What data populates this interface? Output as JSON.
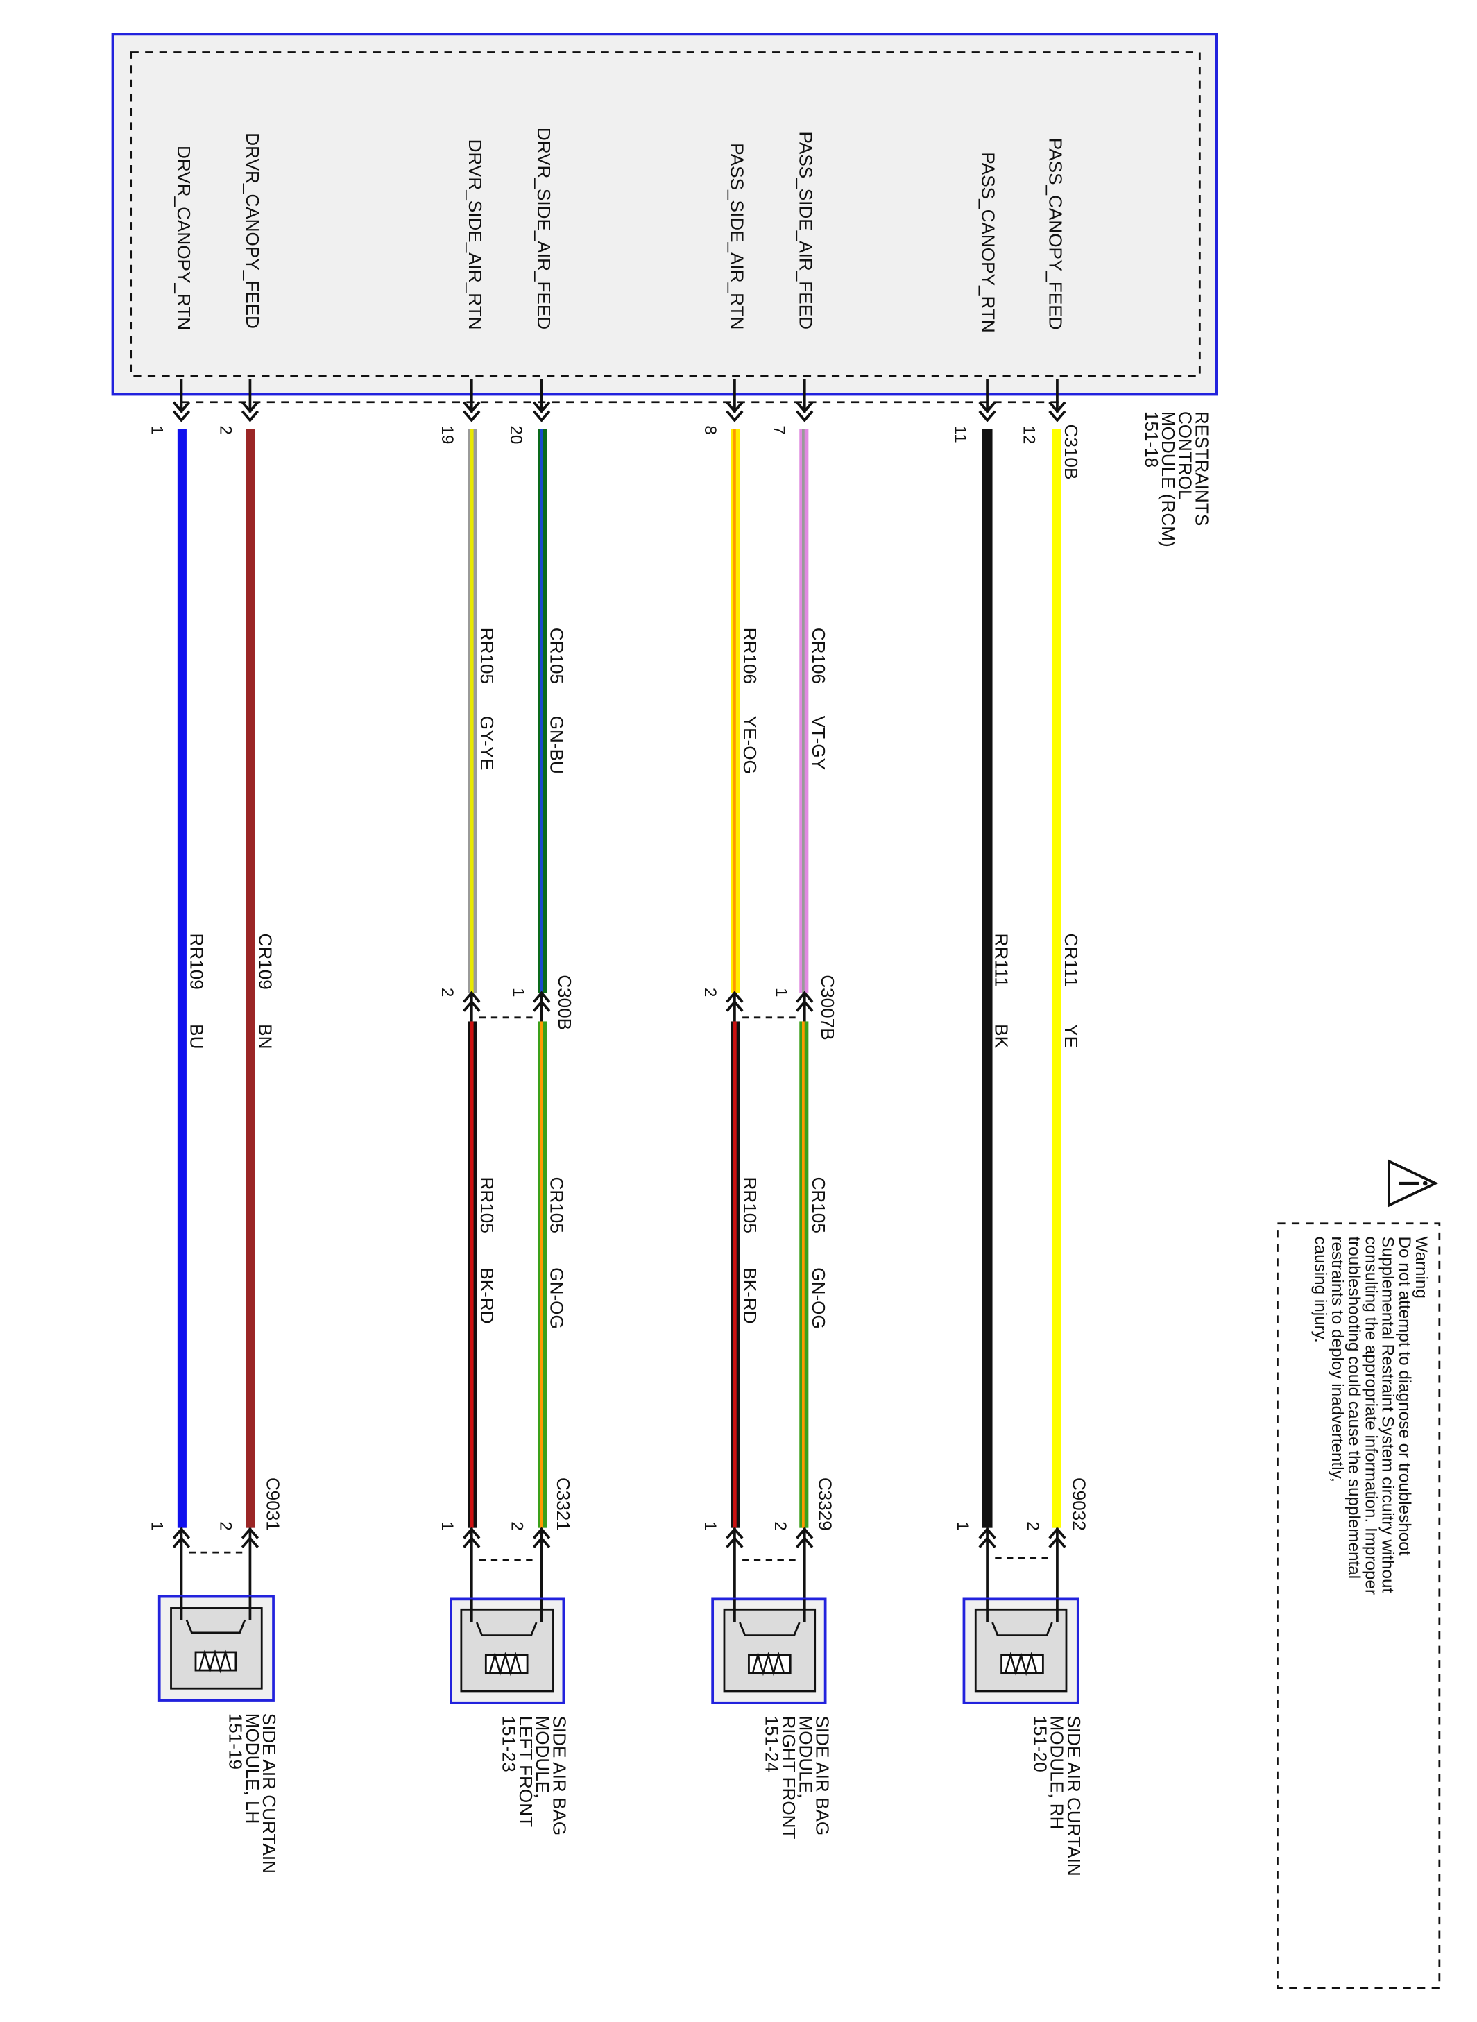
{
  "rcm": {
    "title_lines": [
      "RESTRAINTS",
      "CONTROL",
      "MODULE (RCM)",
      "151-18"
    ],
    "connector": "C310B",
    "pins": [
      {
        "signal": "DRVR_CANOPY_RTN",
        "pin": "1"
      },
      {
        "signal": "DRVR_CANOPY_FEED",
        "pin": "2"
      },
      {
        "signal": "DRVR_SIDE_AIR_RTN",
        "pin": "19"
      },
      {
        "signal": "DRVR_SIDE_AIR_FEED",
        "pin": "20"
      },
      {
        "signal": "PASS_SIDE_AIR_RTN",
        "pin": "8"
      },
      {
        "signal": "PASS_SIDE_AIR_FEED",
        "pin": "7"
      },
      {
        "signal": "PASS_CANOPY_RTN",
        "pin": "11"
      },
      {
        "signal": "PASS_CANOPY_FEED",
        "pin": "12"
      }
    ]
  },
  "upper_wires": [
    {
      "circuit": "RR109",
      "color_code": "BU",
      "color": "#1010ee"
    },
    {
      "circuit": "CR109",
      "color_code": "BN",
      "color": "#9b2626"
    },
    {
      "circuit": "RR105",
      "color_code": "GY-YE",
      "color": "#9a9a9a",
      "stripe": "#e8e800"
    },
    {
      "circuit": "CR105",
      "color_code": "GN-BU",
      "color": "#0a6a1a",
      "stripe": "#1a4acc"
    },
    {
      "circuit": "RR106",
      "color_code": "YE-OG",
      "color": "#ffee00",
      "stripe": "#ff9900"
    },
    {
      "circuit": "CR106",
      "color_code": "VT-GY",
      "color": "#e08ae0",
      "stripe": "#9a9a9a"
    },
    {
      "circuit": "RR111",
      "color_code": "BK",
      "color": "#111111"
    },
    {
      "circuit": "CR111",
      "color_code": "YE",
      "color": "#ffff00"
    }
  ],
  "inline_connectors": [
    {
      "name": "C300B",
      "pin_a": "1",
      "pin_b": "2"
    },
    {
      "name": "C3007B",
      "pin_a": "1",
      "pin_b": "2"
    }
  ],
  "lower_wires": [
    {
      "circuit": "RR105",
      "color_code": "BK-RD",
      "color": "#111111",
      "stripe": "#cc1111"
    },
    {
      "circuit": "CR105",
      "color_code": "GN-OG",
      "color": "#3aa01a",
      "stripe": "#ff9900"
    },
    {
      "circuit": "RR105",
      "color_code": "BK-RD",
      "color": "#111111",
      "stripe": "#cc1111"
    },
    {
      "circuit": "CR105",
      "color_code": "GN-OG",
      "color": "#3aa01a",
      "stripe": "#ff9900"
    }
  ],
  "modules": [
    {
      "connector": "C9031",
      "pin_a": "1",
      "pin_b": "2",
      "label_lines": [
        "SIDE AIR CURTAIN",
        "MODULE, LH",
        "151-19"
      ]
    },
    {
      "connector": "C3321",
      "pin_a": "1",
      "pin_b": "2",
      "label_lines": [
        "SIDE AIR BAG",
        "MODULE,",
        "LEFT FRONT",
        "151-23"
      ]
    },
    {
      "connector": "C3329",
      "pin_a": "1",
      "pin_b": "2",
      "label_lines": [
        "SIDE AIR BAG",
        "MODULE,",
        "RIGHT FRONT",
        "151-24"
      ]
    },
    {
      "connector": "C9032",
      "pin_a": "1",
      "pin_b": "2",
      "label_lines": [
        "SIDE AIR CURTAIN",
        "MODULE, RH",
        "151-20"
      ]
    }
  ],
  "warning": {
    "title": "Warning",
    "lines": [
      "Do not attempt to diagnose or troubleshoot",
      "Supplemental Restraint System circuitry without",
      "consulting the appropriate information. Improper",
      "troubleshooting could cause the supplemental",
      "restraints to deploy inadvertently,",
      "causing injury."
    ]
  },
  "colors": {
    "module_border": "#2222dd",
    "module_fill": "#f0f0f0"
  }
}
